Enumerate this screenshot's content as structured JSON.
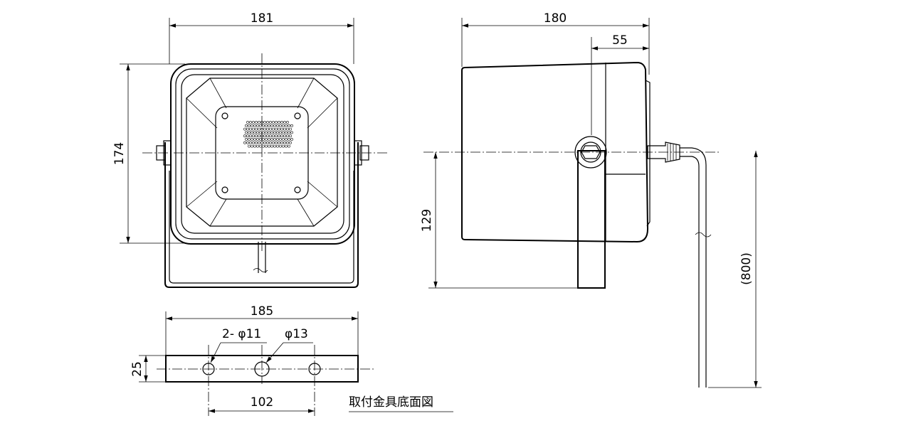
{
  "dimensions": {
    "front_width": "181",
    "front_height": "174",
    "side_depth": "180",
    "side_rear": "55",
    "side_mount_height": "129",
    "cable_length": "(800)",
    "bracket_width": "185",
    "bracket_height": "25",
    "hole_small": "2- φ11",
    "hole_large": "φ13",
    "hole_pitch": "102"
  },
  "labels": {
    "bracket_bottom_view": "取付金具底面図"
  }
}
